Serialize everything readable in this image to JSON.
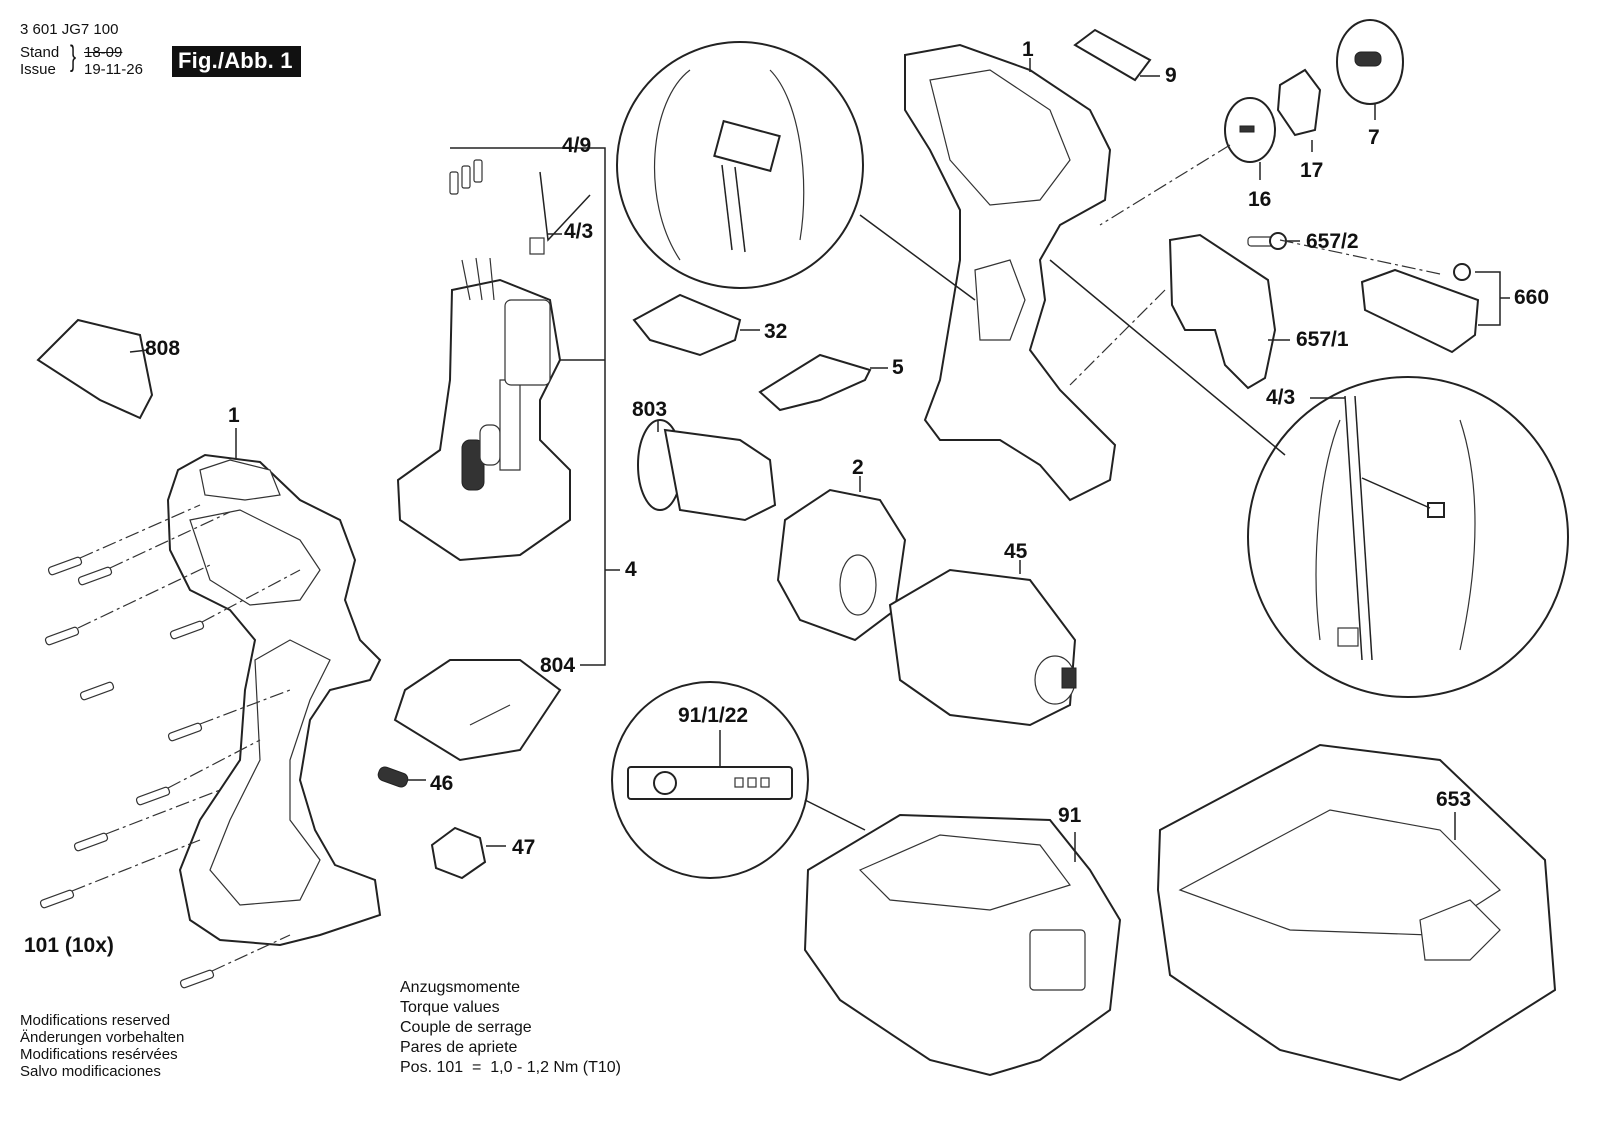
{
  "header": {
    "part_number": "3 601 JG7 100",
    "stand_label": "Stand",
    "stand_value": "18-09",
    "issue_label": "Issue",
    "issue_value": "19-11-26",
    "figure_label": "Fig./Abb. 1"
  },
  "labels": {
    "p808": "808",
    "p1_left": "1",
    "p1_right": "1",
    "p101": "101 (10x)",
    "p4_9": "4/9",
    "p4_3_top": "4/3",
    "p4": "4",
    "p804": "804",
    "p46": "46",
    "p47": "47",
    "p32": "32",
    "p5": "5",
    "p803": "803",
    "p2": "2",
    "p45": "45",
    "p9": "9",
    "p16": "16",
    "p17": "17",
    "p7": "7",
    "p657_2": "657/2",
    "p660": "660",
    "p657_1": "657/1",
    "p4_3_right": "4/3",
    "p91_1_22": "91/1/22",
    "p91": "91",
    "p653": "653"
  },
  "torque": {
    "line1": "Anzugsmomente",
    "line2": "Torque values",
    "line3": "Couple de serrage",
    "line4": "Pares de apriete",
    "line5": "Pos. 101  =  1,0 - 1,2 Nm (T10)"
  },
  "footer": {
    "line1": "Modifications reserved",
    "line2": "Änderungen vorbehalten",
    "line3": "Modifications resérvées",
    "line4": "Salvo modificaciones"
  }
}
